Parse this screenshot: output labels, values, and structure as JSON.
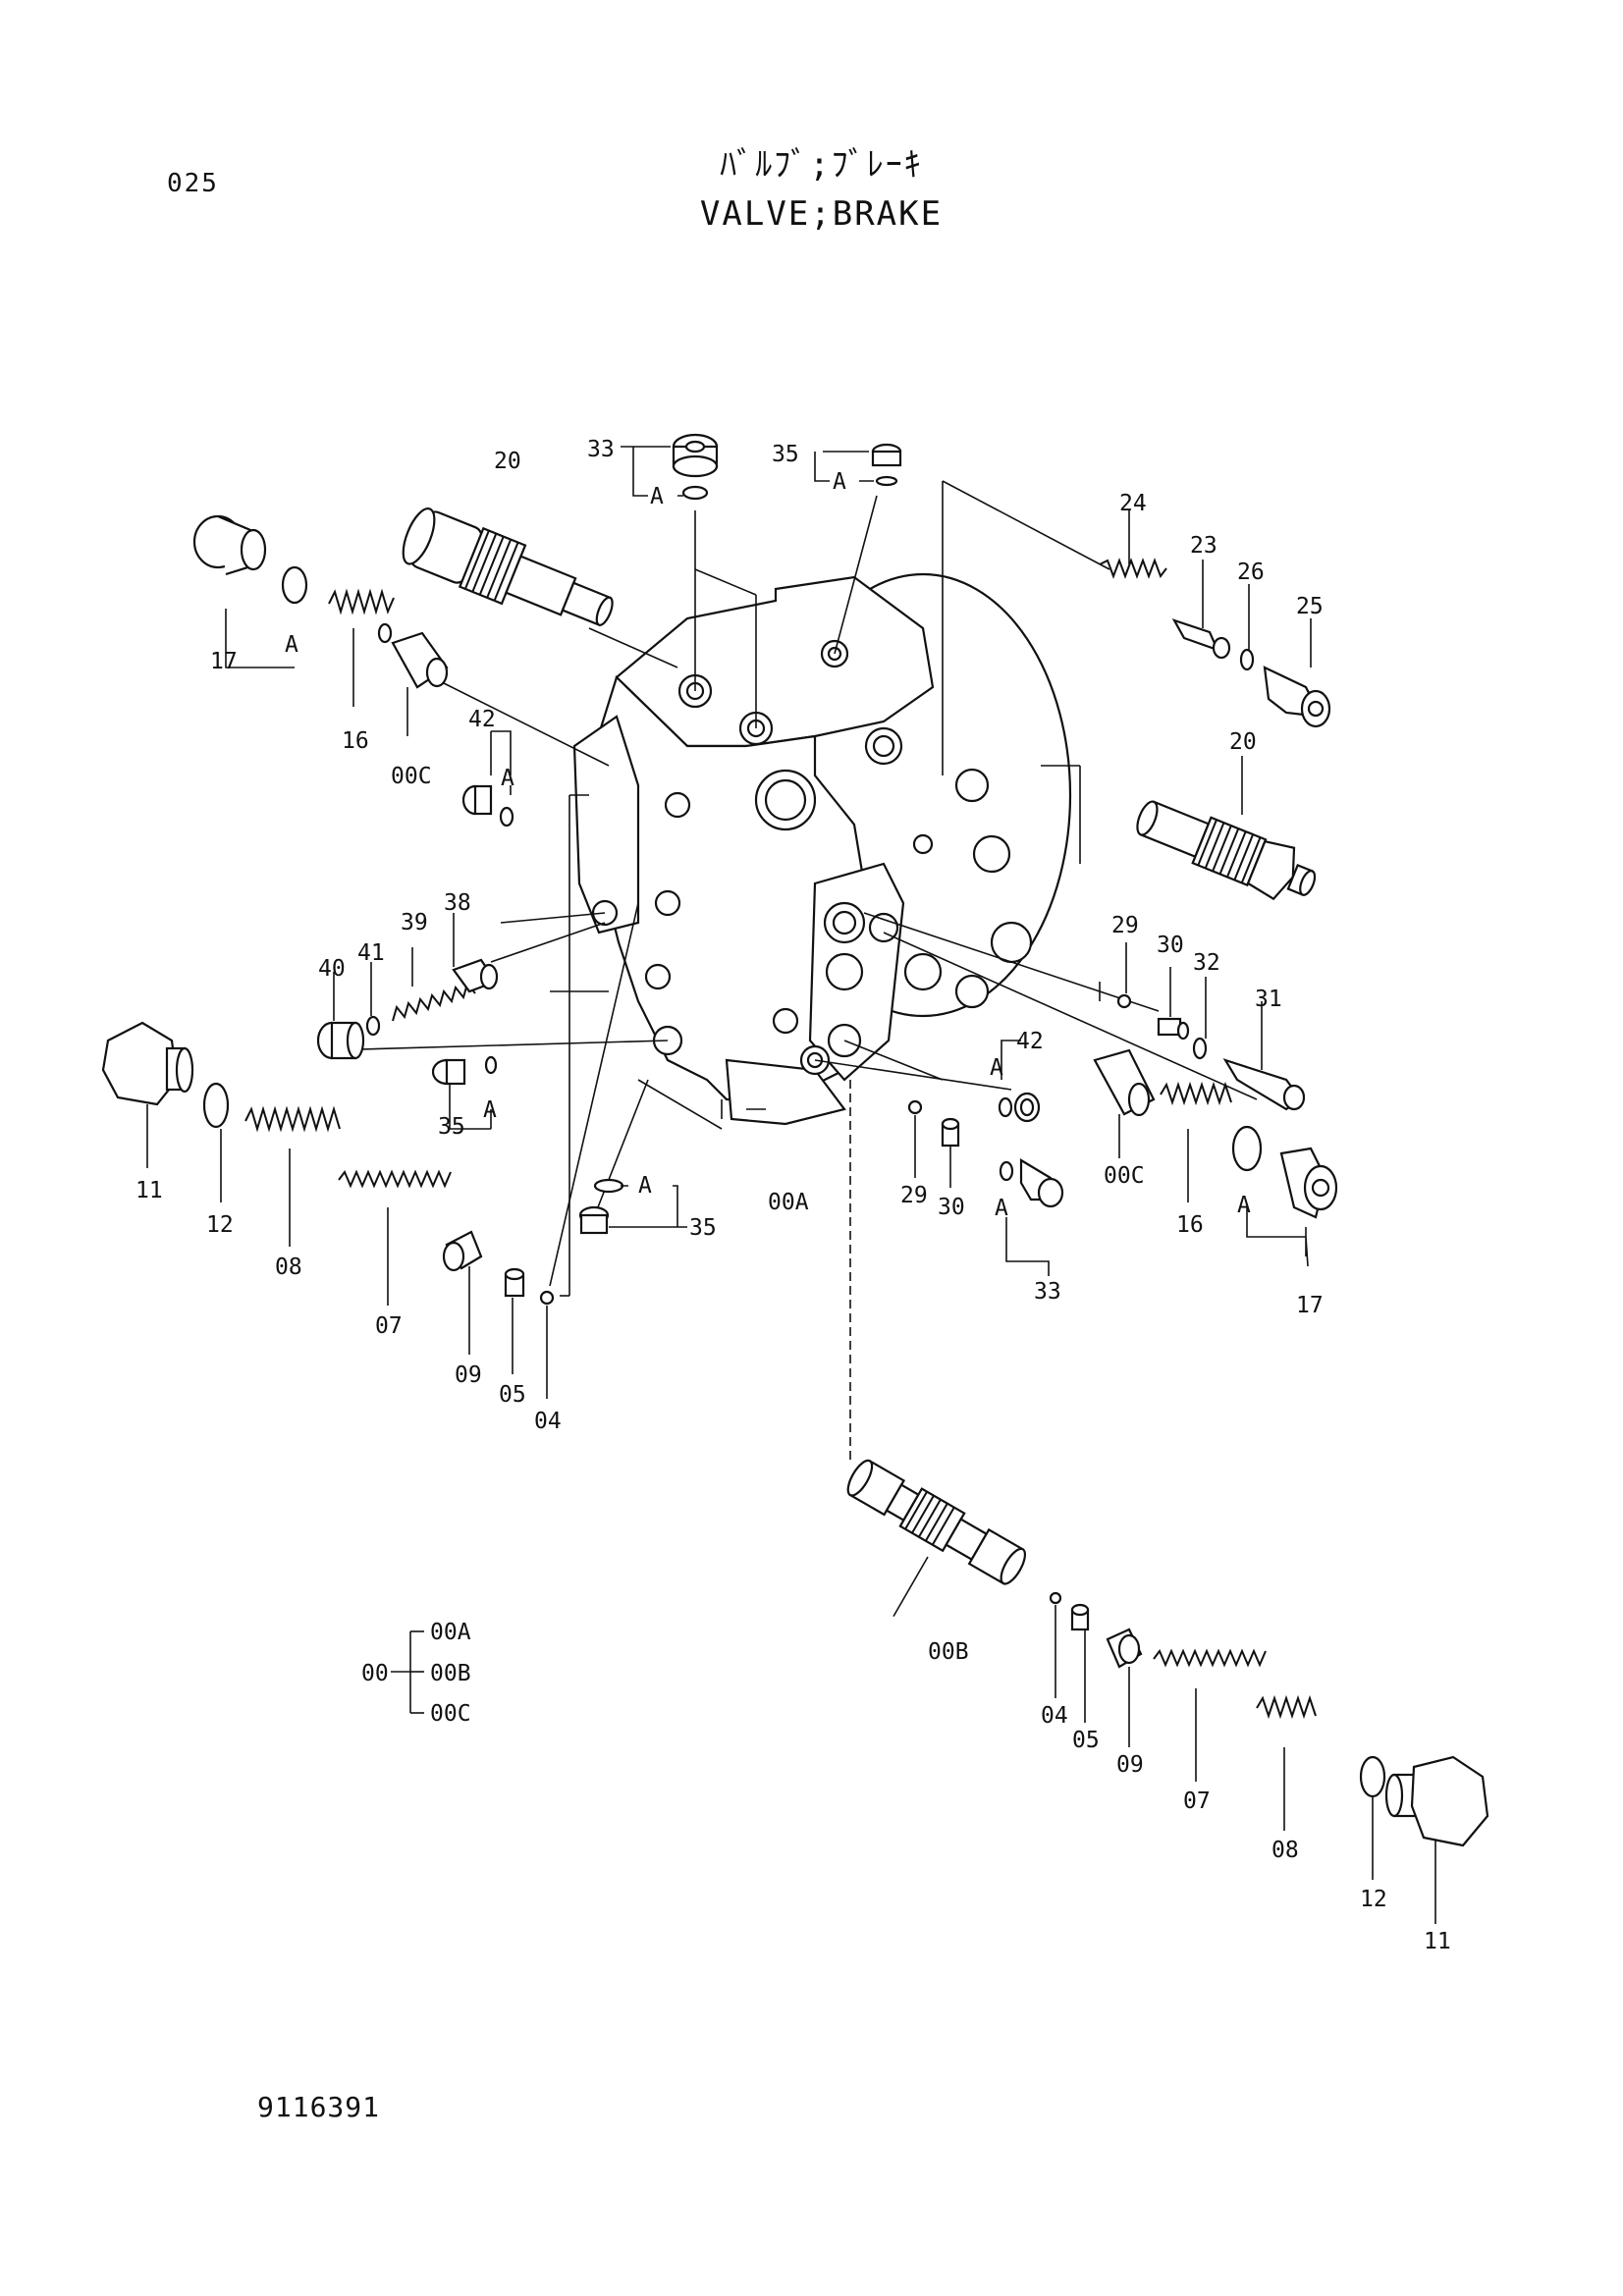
{
  "header": {
    "page_number": "025",
    "title_jp": "ﾊﾞﾙﾌﾞ;ﾌﾞﾚｰｷ",
    "title_en": "VALVE;BRAKE"
  },
  "footer": {
    "drawing_number": "9116391"
  },
  "labels": {
    "l33a": "33",
    "l35a": "35",
    "lA33": "A",
    "lA35": "A",
    "l20a": "20",
    "l17a": "17",
    "lA17": "A",
    "l16a": "16",
    "l00Ca": "00C",
    "l42a": "42",
    "lA42a": "A",
    "l24": "24",
    "l23": "23",
    "l26": "26",
    "l25": "25",
    "l20b": "20",
    "l29a": "29",
    "l30a": "30",
    "l32": "32",
    "l31": "31",
    "l40": "40",
    "l41": "41",
    "l39": "39",
    "l38": "38",
    "l35b": "35",
    "lA35b": "A",
    "l11a": "11",
    "l12a": "12",
    "l08a": "08",
    "l07a": "07",
    "l09a": "09",
    "l05a": "05",
    "l04a": "04",
    "lA35c": "A",
    "l35c": "35",
    "l00A": "00A",
    "l29b": "29",
    "l30b": "30",
    "l42b": "42",
    "lA42b": "A",
    "l33b": "33",
    "lA33b": "A",
    "l00Cb": "00C",
    "l16b": "16",
    "lA17b": "A",
    "l17b": "17",
    "l00B": "00B",
    "l04b": "04",
    "l05b": "05",
    "l09b": "09",
    "l07b": "07",
    "l08b": "08",
    "l12b": "12",
    "l11b": "11"
  },
  "legend": {
    "parent": "00",
    "children": [
      "00A",
      "00B",
      "00C"
    ]
  }
}
